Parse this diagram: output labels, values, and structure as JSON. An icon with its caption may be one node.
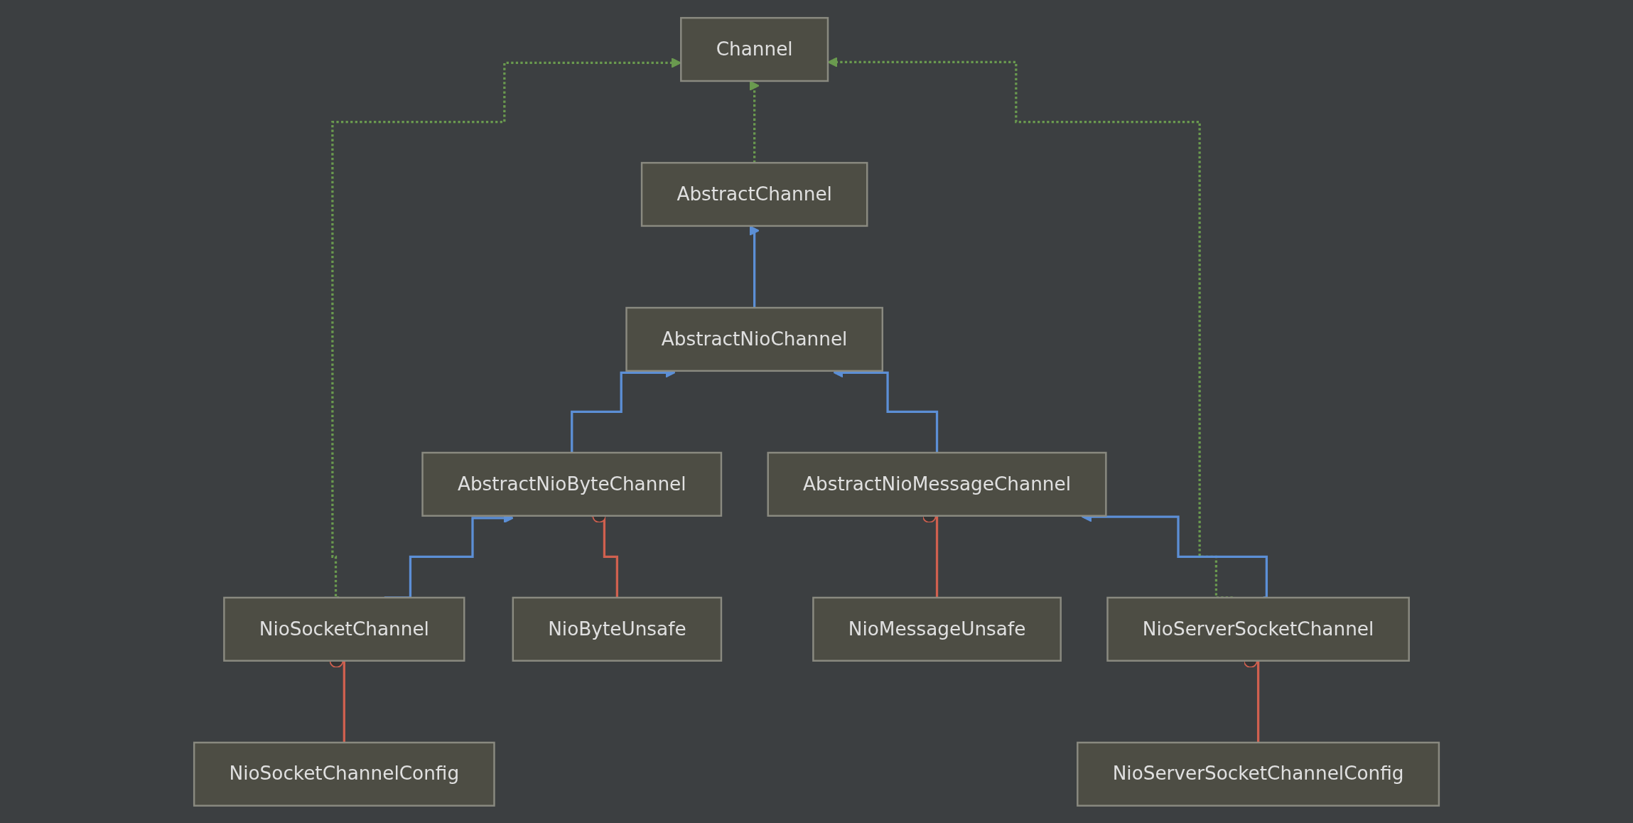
{
  "diagram": {
    "nodes": [
      {
        "text": [
          "Channel"
        ]
      },
      {
        "text": [
          "AbstractChannel"
        ]
      },
      {
        "text": [
          "AbstractNioChannel"
        ]
      },
      {
        "text": [
          "AbstractNioByteChannel"
        ]
      },
      {
        "text": [
          "AbstractNioMessageChannel"
        ]
      },
      {
        "text": [
          "NioSocketChannel"
        ]
      },
      {
        "text": [
          "NioByteUnsafe"
        ]
      },
      {
        "text": [
          "NioMessageUnsafe"
        ]
      },
      {
        "text": [
          "NioServerSocketChannel"
        ]
      },
      {
        "text": [
          "NioSocketChannelConfig"
        ]
      },
      {
        "text": [
          "NioServerSocketChannelConfig"
        ]
      }
    ],
    "edges": [
      {
        "from": 1,
        "to": 0,
        "arrow": "to",
        "style": "dashed",
        "color": "#6a9a4f"
      },
      {
        "from": 5,
        "to": 0,
        "arrow": "to",
        "style": "dashed",
        "color": "#6a9a4f"
      },
      {
        "from": 8,
        "to": 0,
        "arrow": "to",
        "style": "dashed",
        "color": "#6a9a4f"
      },
      {
        "from": 2,
        "to": 1,
        "arrow": "to"
      },
      {
        "from": 3,
        "to": 2,
        "arrow": "to"
      },
      {
        "from": 4,
        "to": 2,
        "arrow": "to"
      },
      {
        "from": 5,
        "to": 3,
        "arrow": "to"
      },
      {
        "from": 6,
        "to": 3,
        "arrow": "other",
        "color": "#d0604f"
      },
      {
        "from": 7,
        "to": 4,
        "arrow": "other",
        "color": "#d0604f"
      },
      {
        "from": 8,
        "to": 4,
        "arrow": "to"
      },
      {
        "from": 9,
        "to": 5,
        "arrow": "other",
        "color": "#d0604f"
      },
      {
        "from": 10,
        "to": 8,
        "arrow": "other",
        "color": "#d0604f"
      }
    ]
  }
}
